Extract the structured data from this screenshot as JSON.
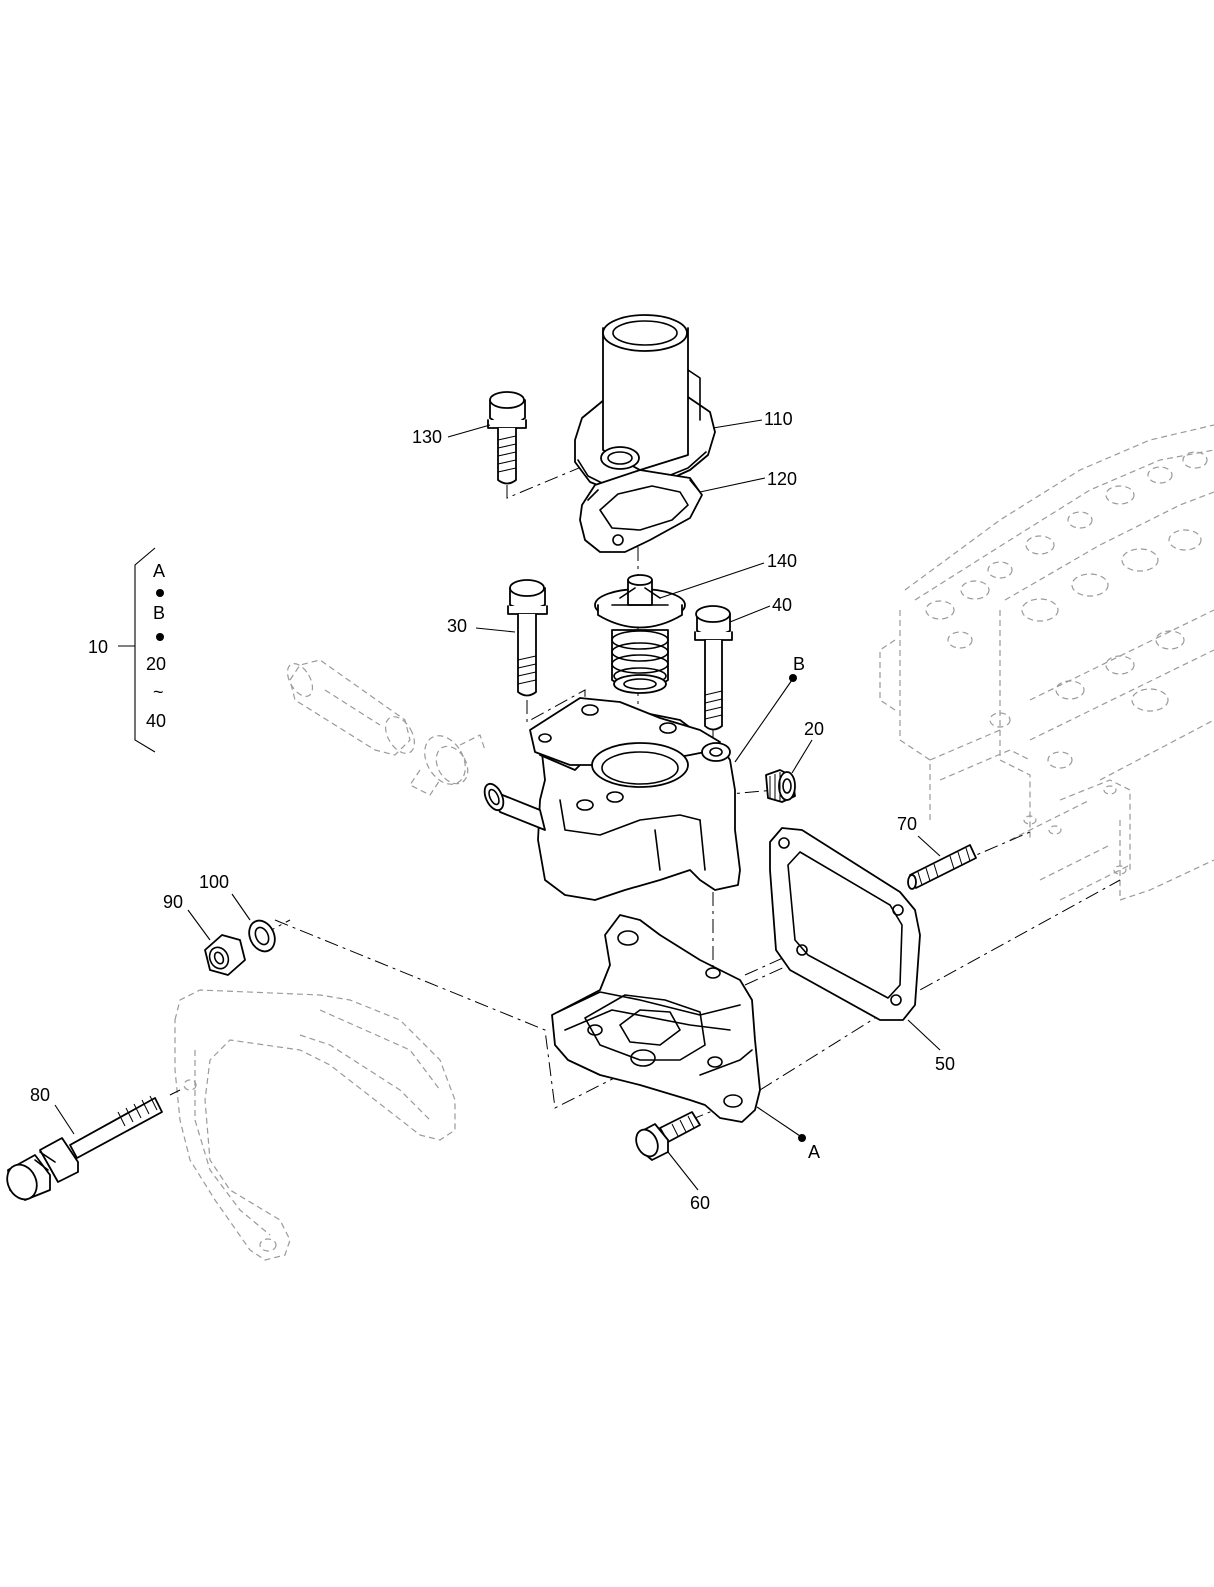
{
  "callouts": {
    "c130": "130",
    "c110": "110",
    "c120": "120",
    "c140": "140",
    "c40": "40",
    "c30": "30",
    "c20": "20",
    "c70": "70",
    "c100": "100",
    "c90": "90",
    "c80": "80",
    "c50": "50",
    "c60": "60",
    "ref_b": "B",
    "ref_a": "A"
  },
  "group": {
    "number": "10",
    "line1": "A",
    "line2": "B",
    "line3": "20",
    "tilde": "~",
    "line4": "40"
  }
}
